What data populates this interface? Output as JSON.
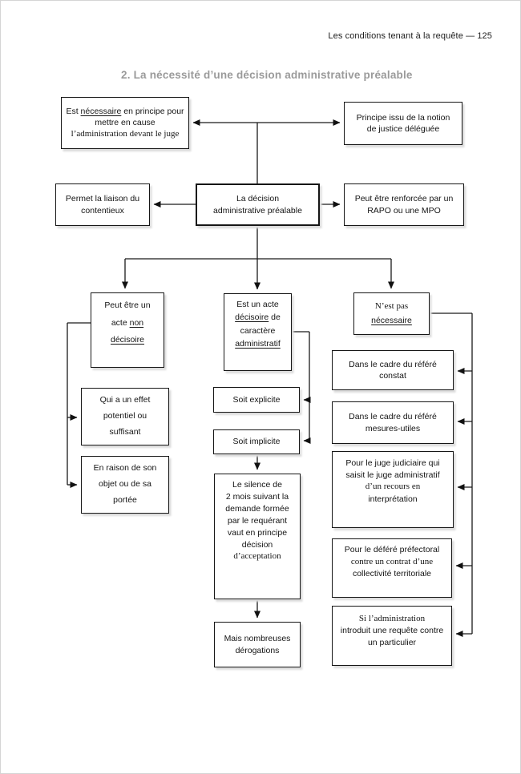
{
  "page": {
    "header": "Les conditions tenant à la requête — 125",
    "title": "2. La nécessité d’une décision administrative préalable"
  },
  "colors": {
    "line": "#1a1a1a",
    "arrow": "#111111",
    "title_gray": "#9a9a9a"
  },
  "nodes": {
    "est_necessaire": {
      "s1": "Est ",
      "s2": "nécessaire",
      "s3": " en principe pour",
      "s4": "mettre en cause",
      "s5": "l’administration devant le juge"
    },
    "principe_justice": {
      "l1": "Principe issu de la notion",
      "l2": "de justice déléguée"
    },
    "liaison_contentieux": {
      "l1": "Permet la liaison du",
      "l2": "contentieux"
    },
    "decision_prealable": {
      "l1": "La décision",
      "l2": "administrative préalable"
    },
    "rapo_mpo": {
      "l1": "Peut être renforcée par un",
      "l2": "RAPO ou une MPO"
    },
    "acte_non_decisoire": {
      "s1": "Peut être un",
      "s2": "acte ",
      "s3": "non",
      "s4": "décisoire"
    },
    "acte_decisoire": {
      "s1": "Est un acte",
      "s2": "décisoire",
      "s3": " de",
      "s4": "caractère",
      "s5": "administratif"
    },
    "pas_necessaire": {
      "s1": "N’est pas",
      "s2": "nécessaire"
    },
    "effet_potentiel": {
      "l1": "Qui a un effet",
      "l2": "potentiel ou",
      "l3": "suffisant"
    },
    "objet_portee": {
      "l1": "En raison de son",
      "l2": "objet ou de sa",
      "l3": "portée"
    },
    "soit_explicite": {
      "l1": "Soit explicite"
    },
    "soit_implicite": {
      "l1": "Soit implicite"
    },
    "silence_2_mois": {
      "l1": "Le silence de",
      "l2": "2 mois suivant la",
      "l3": "demande formée",
      "l4": "par le requérant",
      "l5": "vaut en principe",
      "l6": "décision",
      "l7": "d’acceptation"
    },
    "derogations": {
      "l1": "Mais nombreuses",
      "l2": "dérogations"
    },
    "refere_constat": {
      "l1": "Dans le cadre du référé",
      "l2": "constat"
    },
    "refere_mesures": {
      "l1": "Dans le cadre du référé",
      "l2": "mesures-utiles"
    },
    "juge_judiciaire": {
      "l1": "Pour le juge judiciaire qui",
      "l2": "saisit le juge administratif",
      "l3": "d’un recours en",
      "l4": "interprétation"
    },
    "defere_prefectoral": {
      "l1": "Pour le déféré préfectoral",
      "l2": "contre un contrat d’une",
      "l3": "collectivité territoriale"
    },
    "requete_particulier": {
      "l1": "Si l’administration",
      "l2": "introduit une requête contre",
      "l3": "un particulier"
    }
  }
}
